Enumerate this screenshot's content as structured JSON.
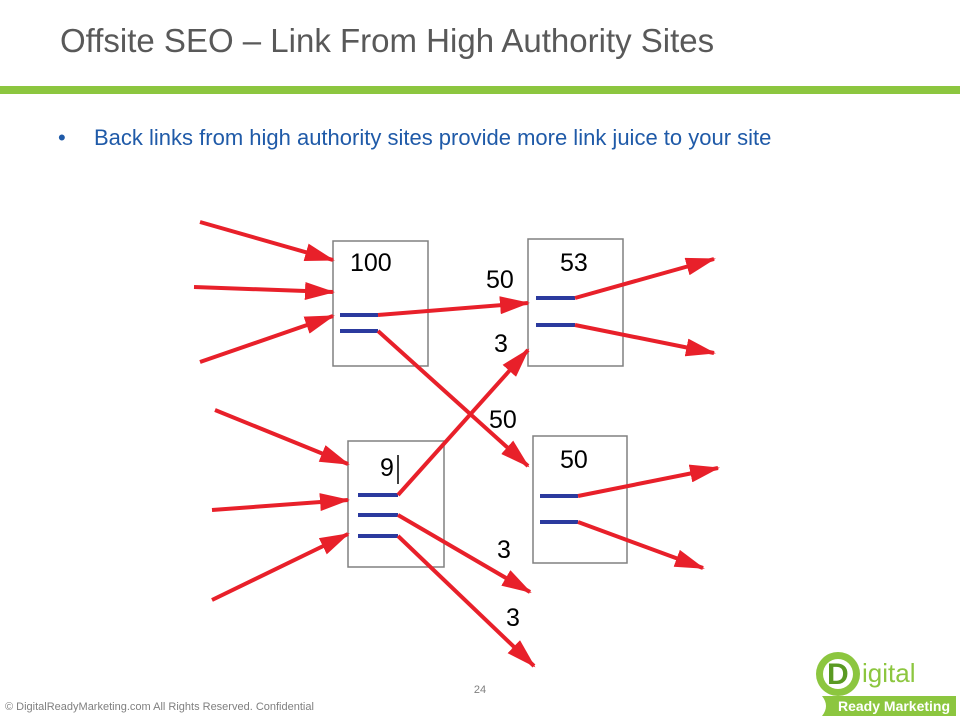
{
  "slide": {
    "title": "Offsite SEO – Link From High Authority Sites",
    "bullet": "Back links from high authority sites provide more link juice to your site",
    "page_number": "24",
    "footer": "© DigitalReadyMarketing.com All Rights Reserved. Confidential"
  },
  "diagram": {
    "nodes": [
      {
        "id": "node-a",
        "value": "100"
      },
      {
        "id": "node-b",
        "value": "53"
      },
      {
        "id": "node-c",
        "value": "9"
      },
      {
        "id": "node-d",
        "value": "50"
      }
    ],
    "edge_labels": [
      {
        "id": "edge-a-b",
        "label": "50"
      },
      {
        "id": "edge-c-b",
        "label": "3"
      },
      {
        "id": "edge-a-d",
        "label": "50"
      },
      {
        "id": "edge-c-out1",
        "label": "3"
      },
      {
        "id": "edge-c-out2",
        "label": "3"
      }
    ],
    "colors": {
      "arrow": "#e8202a",
      "link_bar": "#2b3a9e",
      "box_border": "#808080"
    }
  },
  "logo": {
    "letter": "D",
    "word": "igital",
    "tagline": "Ready Marketing",
    "colors": {
      "green": "#8cc63f",
      "dark_green": "#5a9a22"
    }
  },
  "theme": {
    "title_color": "#595959",
    "accent": "#8cc63f",
    "bullet_color": "#1f5aa8"
  }
}
